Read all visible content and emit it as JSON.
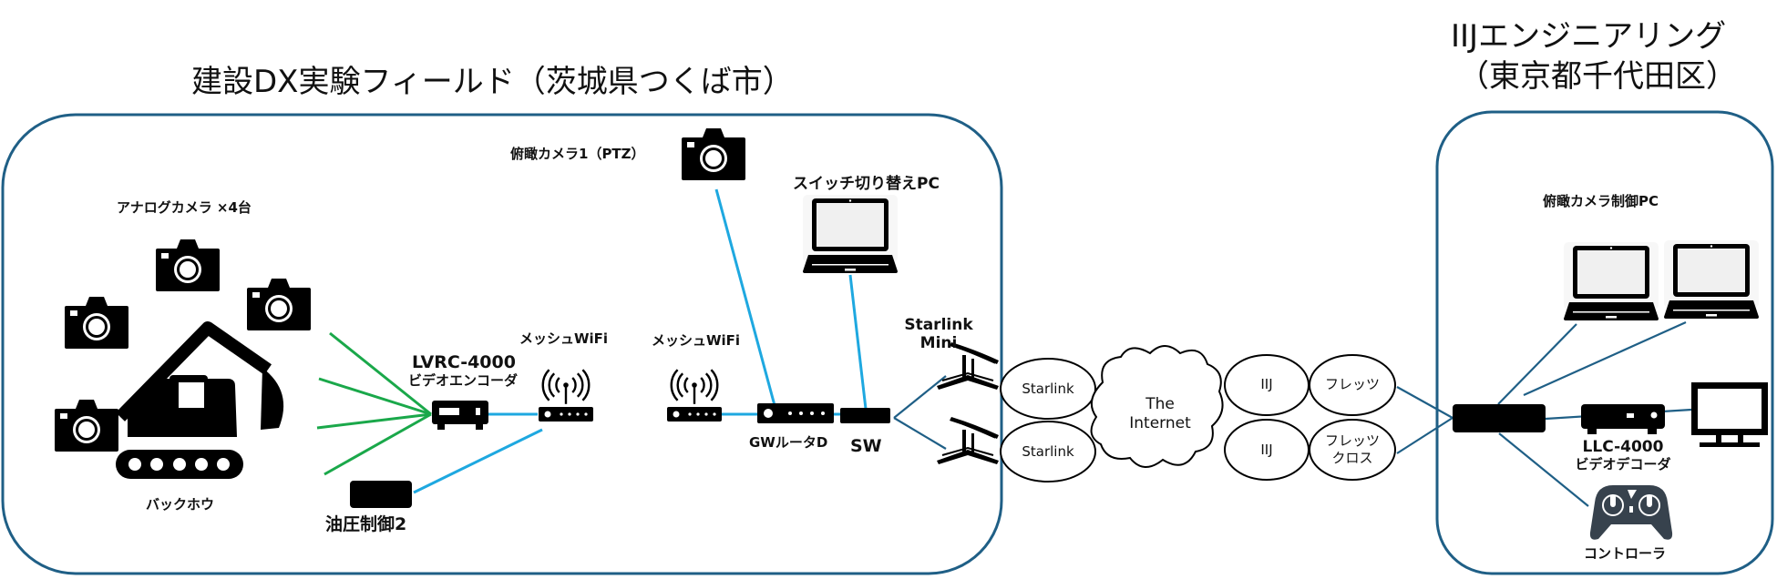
{
  "titles": {
    "field": "建設DX実験フィールド（茨城県つくば市）",
    "hq_line1": "IIJエンジニアリング",
    "hq_line2": "（東京都千代田区）"
  },
  "field": {
    "analog_cameras": "アナログカメラ ×4台",
    "backhoe": "バックホウ",
    "encoder_model": "LVRC-4000",
    "encoder_desc": "ビデオエンコーダ",
    "mesh_wifi_1": "メッシュWiFi",
    "hydraulic": "油圧制御2",
    "ptz_camera": "俯瞰カメラ1（PTZ）",
    "switch_pc": "スイッチ切り替えPC",
    "mesh_wifi_2": "メッシュWiFi",
    "gw_router": "GWルータD",
    "sw": "SW",
    "starlink_mini_1": "Starlink",
    "starlink_mini_2": "Mini"
  },
  "network": {
    "starlink_1": "Starlink",
    "starlink_2": "Starlink",
    "internet_1": "The",
    "internet_2": "Internet",
    "iij_1": "IIJ",
    "iij_2": "IIJ",
    "flets": "フレッツ",
    "flets_cross_1": "フレッツ",
    "flets_cross_2": "クロス"
  },
  "hq": {
    "control_pc": "俯瞰カメラ制御PC",
    "decoder_model": "LLC-4000",
    "decoder_desc": "ビデオデコーダ",
    "controller": "コントローラ"
  },
  "colors": {
    "frame": "#1f5f86",
    "wireless_green": "#1aa84a",
    "lan_blue": "#1ea8e0",
    "wan_teal": "#1f5f86",
    "icon": "#000000",
    "controller": "#37424d"
  }
}
